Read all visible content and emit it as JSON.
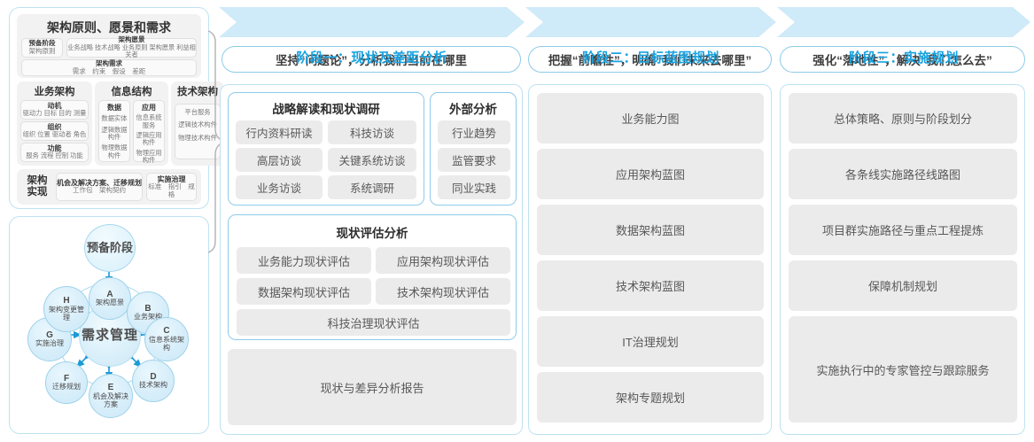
{
  "left_panel": {
    "header": {
      "title": "架构原则、愿景和需求"
    },
    "prep": {
      "title": "预备阶段",
      "sub": "架构原则"
    },
    "vision": {
      "title": "架构愿景",
      "sub": "业务战略 技术战略 业务原则 架构愿景 利益相关者"
    },
    "requirements": {
      "title": "架构需求",
      "sub": "需求　约束　假设　差距"
    },
    "columns": [
      {
        "title": "业务架构",
        "groups": [
          {
            "cells": [
              {
                "title": "动机",
                "sub": "驱动力 目标 目的 测量"
              },
              {
                "title": "组织",
                "sub": "组织 位置 驱动者 角色"
              },
              {
                "title": "功能",
                "sub": "服务 流程 控制 功能"
              }
            ]
          }
        ]
      },
      {
        "title": "信息结构",
        "groups": [
          {
            "cells": [
              {
                "title": "数据",
                "sub": ""
              },
              {
                "title": "数据实体",
                "sub": ""
              },
              {
                "title": "逻辑数据构件",
                "sub": ""
              },
              {
                "title": "物理数据构件",
                "sub": ""
              }
            ]
          },
          {
            "cells": [
              {
                "title": "应用",
                "sub": ""
              },
              {
                "title": "信息系统服务",
                "sub": ""
              },
              {
                "title": "逻辑应用构件",
                "sub": ""
              },
              {
                "title": "物理应用构件",
                "sub": ""
              }
            ]
          }
        ]
      },
      {
        "title": "技术架构",
        "groups": [
          {
            "cells": [
              {
                "title": "平台服务",
                "sub": ""
              },
              {
                "title": "逻辑技术构件",
                "sub": ""
              },
              {
                "title": "物理技术构件",
                "sub": ""
              }
            ]
          }
        ]
      }
    ],
    "realize": {
      "label": "架构实现",
      "items": [
        {
          "title": "机会及解决方案、迁移规划",
          "sub": "工作包　架构契约"
        },
        {
          "title": "实施治理",
          "sub": "标准　指引　规格"
        }
      ]
    }
  },
  "adm_cycle": {
    "top_node": {
      "label": "预备阶段"
    },
    "center": {
      "label": "需求管理"
    },
    "nodes": [
      {
        "key": "A",
        "label": "架构愿景"
      },
      {
        "key": "B",
        "label": "业务架构"
      },
      {
        "key": "C",
        "label": "信息系统架构"
      },
      {
        "key": "D",
        "label": "技术架构"
      },
      {
        "key": "E",
        "label": "机会及解决方案"
      },
      {
        "key": "F",
        "label": "迁移规划"
      },
      {
        "key": "G",
        "label": "实施治理"
      },
      {
        "key": "H",
        "label": "架构变更管理"
      }
    ]
  },
  "phases": [
    {
      "banner": "阶段一：现状及差距分析",
      "subtitle": "坚持“问题论”，分析我们当前在哪里",
      "cards": [
        {
          "title": "战略解读和现状调研",
          "chips": [
            "行内资料研读",
            "科技访谈",
            "高层访谈",
            "关键系统访谈",
            "业务访谈",
            "系统调研"
          ]
        },
        {
          "title": "外部分析",
          "chips": [
            "行业趋势",
            "监管要求",
            "同业实践"
          ]
        },
        {
          "title": "现状评估分析",
          "chips": [
            "业务能力现状评估",
            "应用架构现状评估",
            "数据架构现状评估",
            "技术架构现状评估",
            "科技治理现状评估"
          ]
        }
      ],
      "report": "现状与差异分析报告"
    },
    {
      "banner": "阶段二：目标蓝图规划",
      "subtitle": "把握“前瞻性”，明确“我们未来去哪里”",
      "items": [
        "业务能力图",
        "应用架构蓝图",
        "数据架构蓝图",
        "技术架构蓝图",
        "IT治理规划",
        "架构专题规划"
      ]
    },
    {
      "banner": "阶段三：实施规划",
      "subtitle": "强化“落地性”，解决“我们怎么去”",
      "items": [
        "总体策略、原则与阶段划分",
        "各条线实施路径线路图",
        "项目群实施路径与重点工程提炼",
        "保障机制规划",
        "实施执行中的专家管控与跟踪服务"
      ]
    }
  ],
  "colors": {
    "accent": "#1aa3e0",
    "banner_fill": "#cfeaf8",
    "card_border": "#8ecbe9",
    "panel_border": "#bfe2f2",
    "chip_fill": "#ebebeb",
    "node_fill": "#d7eefa"
  }
}
